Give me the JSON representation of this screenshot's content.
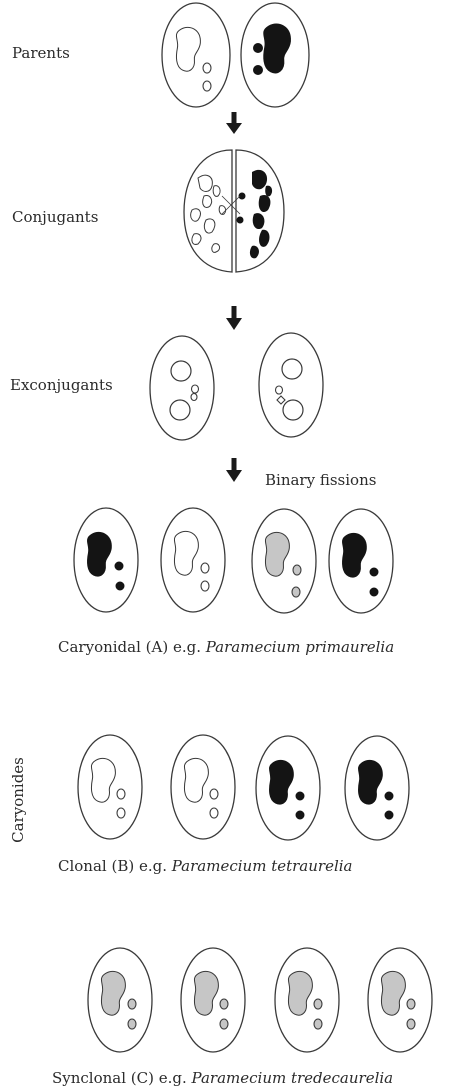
{
  "stages": {
    "parents": "Parents",
    "conjugants": "Conjugants",
    "exconjugants": "Exconjugants",
    "binary_fissions": "Binary fissions"
  },
  "side_label": "Caryonides",
  "captions": {
    "caryonidal": {
      "prefix": "Caryonidal (A) e.g. ",
      "species": "Paramecium primaurelia"
    },
    "clonal": {
      "prefix": "Clonal (B) e.g. ",
      "species": "Paramecium tetraurelia"
    },
    "synclonal": {
      "prefix": "Synclonal (C) e.g. ",
      "species": "Paramecium tredecaurelia"
    }
  },
  "legend_colors": {
    "white": "#ffffff",
    "black": "#141414",
    "grey": "#c6c6c6"
  }
}
